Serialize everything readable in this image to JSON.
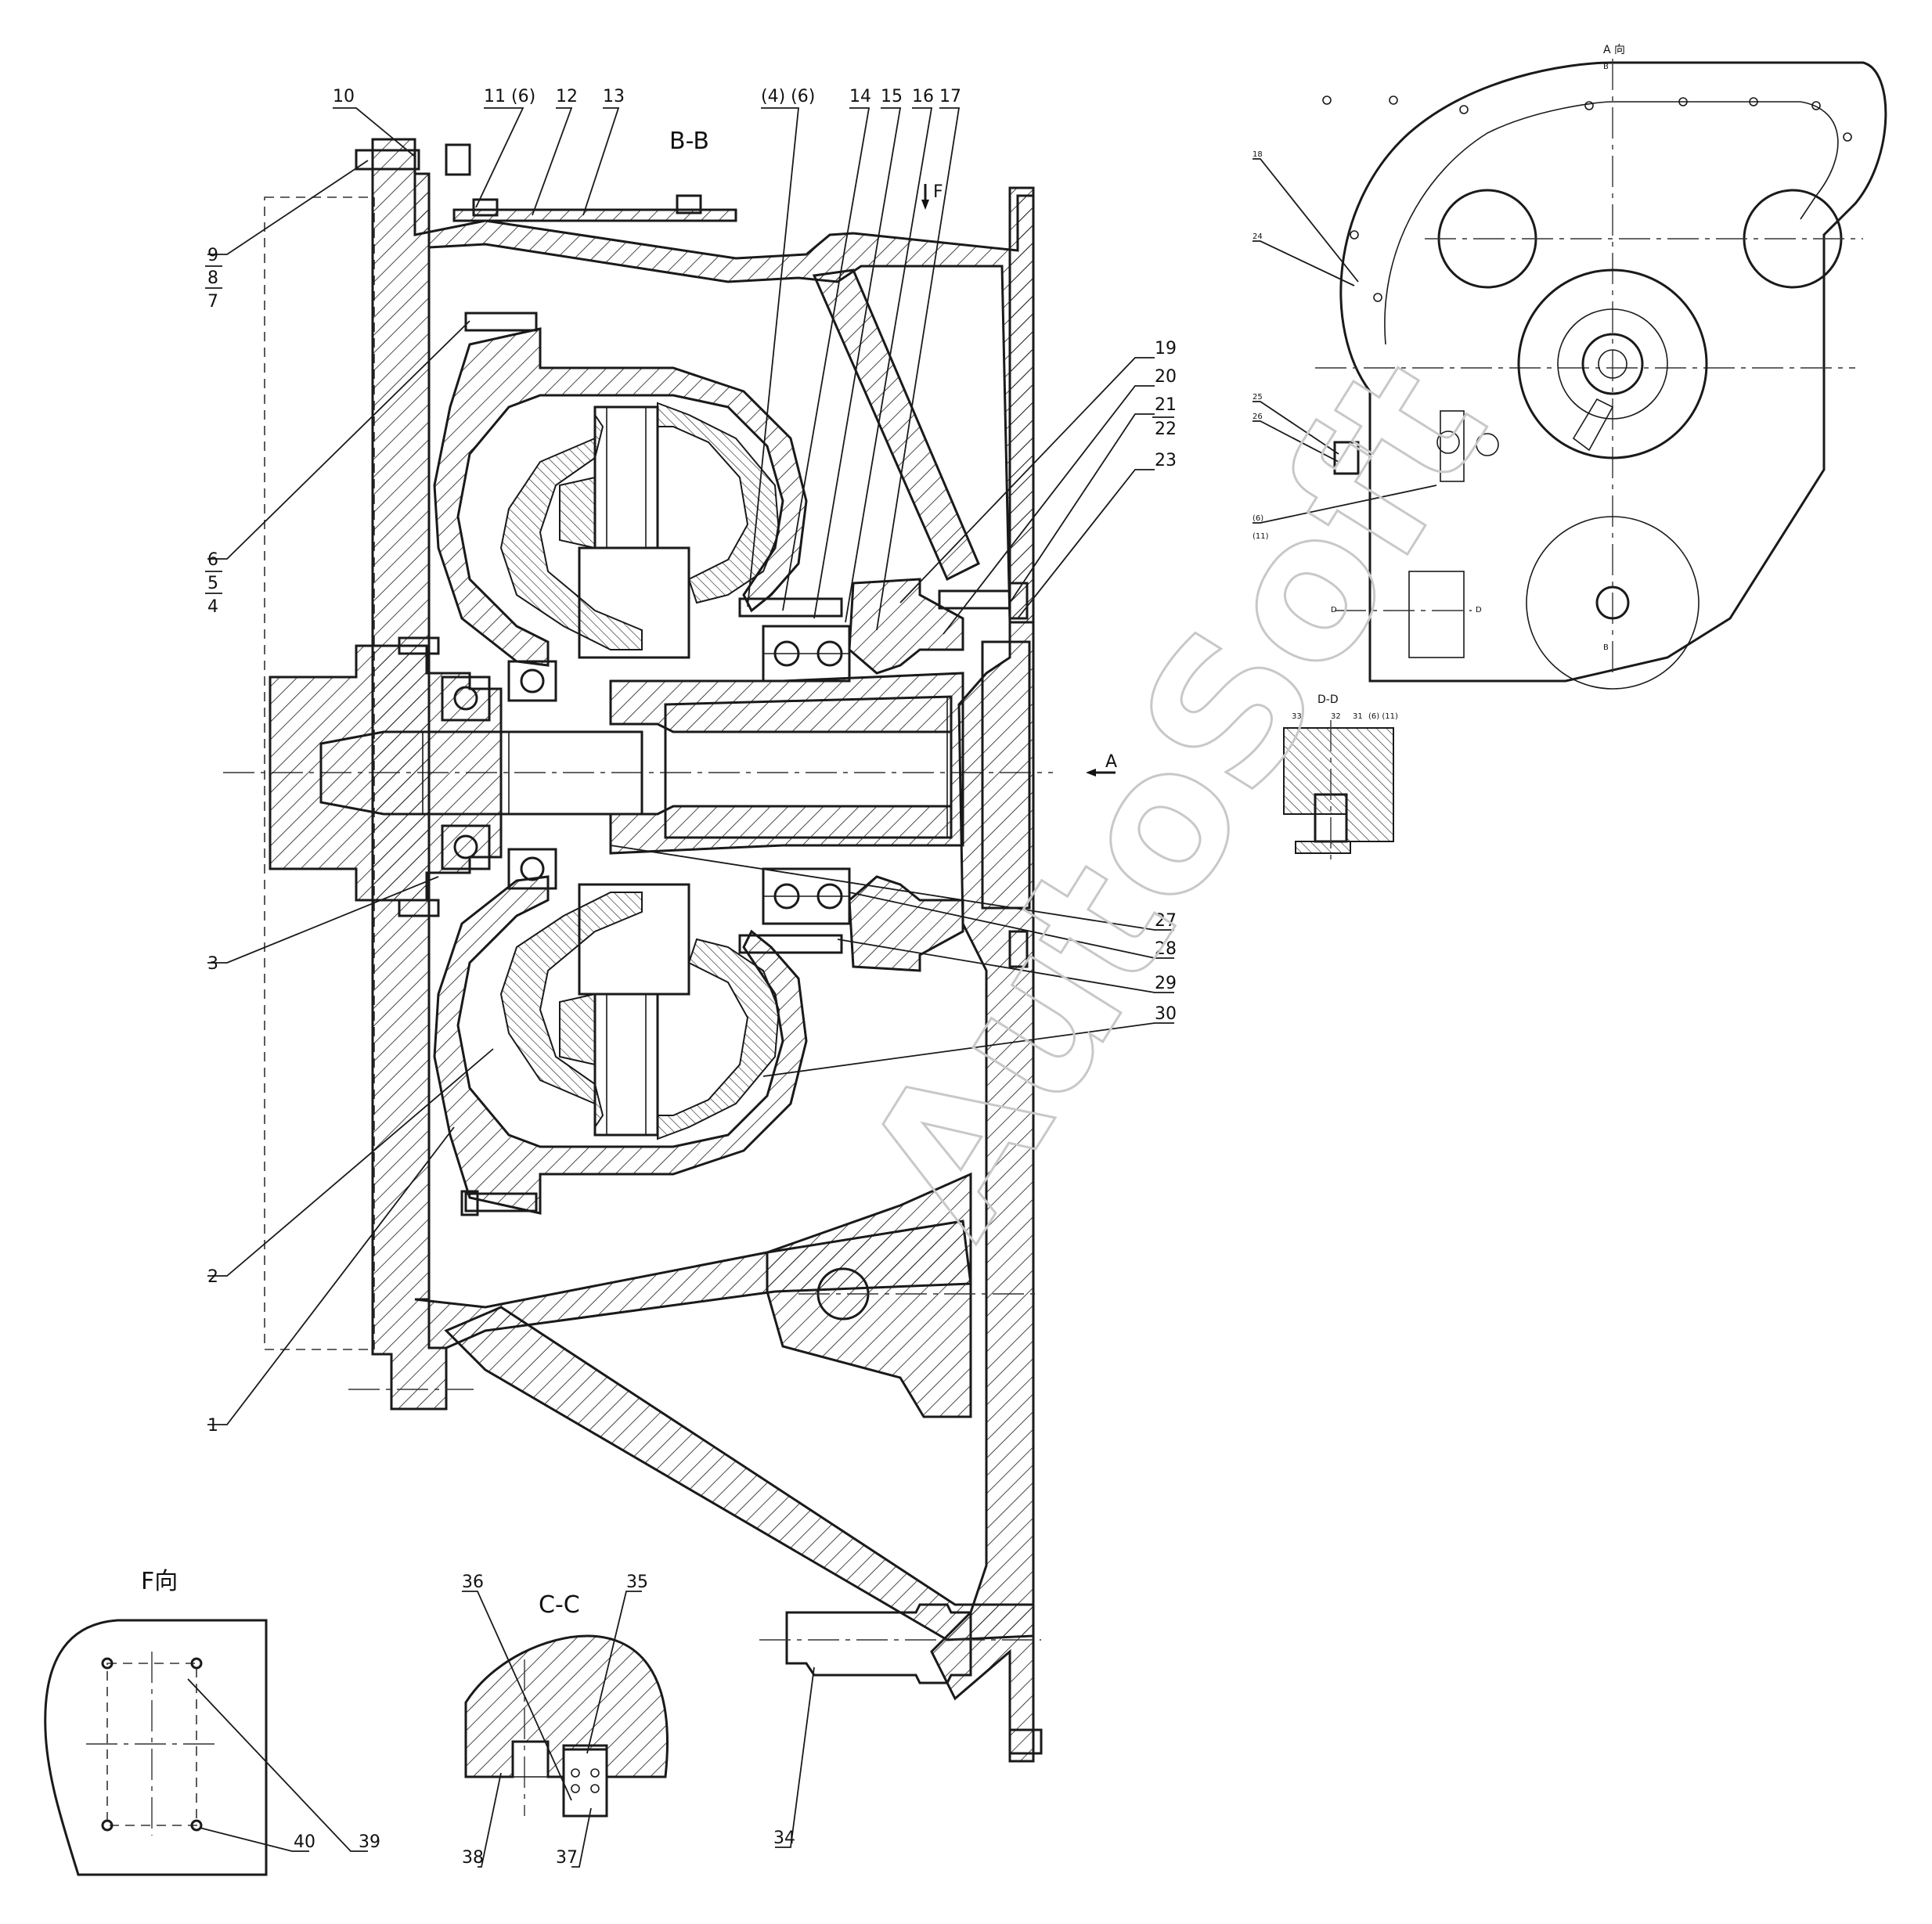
{
  "views": {
    "main_section": "B-B",
    "view_a": "A 向",
    "view_f": "F向",
    "section_c": "C-C",
    "section_d": "D-D"
  },
  "markers": {
    "view_a_arrow": "A",
    "view_f_arrow": "F",
    "cut_b_top": "B",
    "cut_b_bottom": "B",
    "cut_d_left": "D",
    "cut_d_right": "D"
  },
  "callouts": {
    "c1": "1",
    "c2": "2",
    "c3": "3",
    "c4": "4",
    "c5": "5",
    "c6": "6",
    "c7": "7",
    "c8": "8",
    "c9": "9",
    "c10": "10",
    "c11": "11 (6)",
    "c12": "12",
    "c13": "13",
    "c4_6": "(4) (6)",
    "c14": "14",
    "c15": "15",
    "c16": "16",
    "c17": "17",
    "c19": "19",
    "c20": "20",
    "c21": "21",
    "c22": "22",
    "c23": "23",
    "c27": "27",
    "c28": "28",
    "c29": "29",
    "c30": "30",
    "c34": "34",
    "c35": "35",
    "c36": "36",
    "c37": "37",
    "c38": "38",
    "c39": "39",
    "c40": "40"
  },
  "view_a_callouts": {
    "c18": "18",
    "c24": "24",
    "c25": "25",
    "c26": "26",
    "c6_11": "(6)",
    "c11b": "(11)"
  },
  "section_d_callouts": {
    "c33": "33",
    "c32": "32",
    "c31": "31",
    "c6_11": "(6) (11)"
  },
  "watermark": "AutoSoft"
}
